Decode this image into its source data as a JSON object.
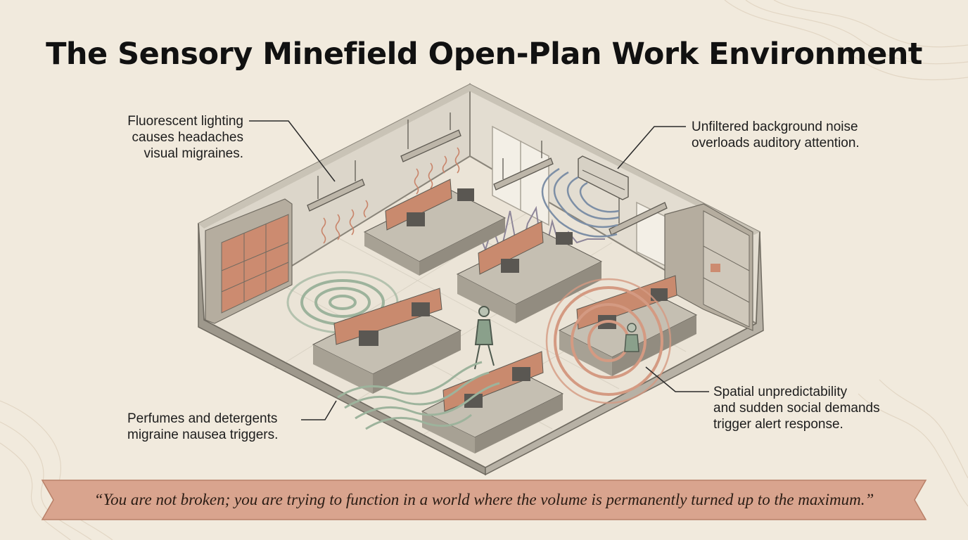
{
  "title": "The Sensory Minefield Open-Plan Work Environment",
  "callouts": {
    "lighting": {
      "lines": [
        "Fluorescent lighting",
        "causes headaches",
        "visual migraines."
      ],
      "icon": "fluorescent-lamp-icon"
    },
    "noise": {
      "lines": [
        "Unfiltered background noise",
        "overloads auditory attention."
      ],
      "icon": "air-conditioner-icon"
    },
    "smell": {
      "lines": [
        "Perfumes and detergents",
        "migraine nausea triggers."
      ],
      "icon": "scent-wave-icon"
    },
    "social": {
      "lines": [
        "Spatial unpredictability",
        "and sudden social demands",
        "trigger alert response."
      ],
      "icon": "alert-ripple-icon"
    }
  },
  "quote": "“You are not broken; you are trying to function in a world where the volume is permanently turned up to the maximum.”",
  "colors": {
    "background": "#f1eadd",
    "wall": "#d8d2c6",
    "floor": "#ece6da",
    "terracotta": "#c98a6e",
    "sage": "#8aa08b",
    "banner": "#d9a48e"
  }
}
